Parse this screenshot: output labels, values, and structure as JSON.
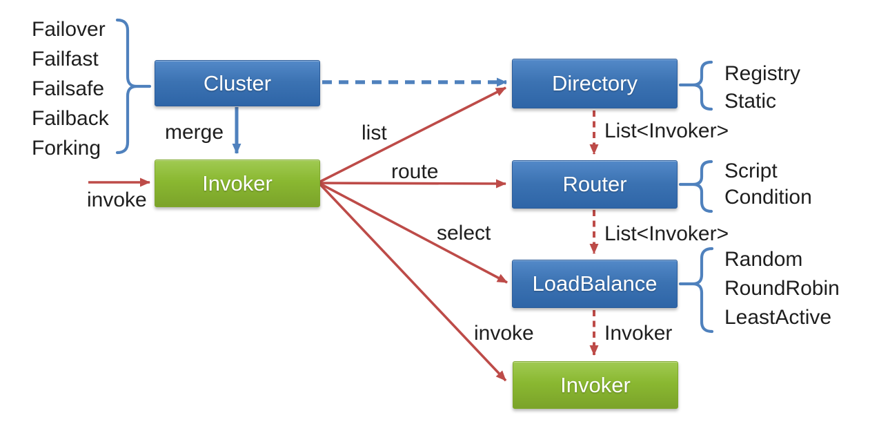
{
  "diagram": {
    "nodes": {
      "cluster": {
        "label": "Cluster"
      },
      "directory": {
        "label": "Directory"
      },
      "invoker_main": {
        "label": "Invoker"
      },
      "router": {
        "label": "Router"
      },
      "load_balance": {
        "label": "LoadBalance"
      },
      "invoker_result": {
        "label": "Invoker"
      }
    },
    "edge_labels": {
      "invoke_in": "invoke",
      "merge": "merge",
      "list": "list",
      "route": "route",
      "select": "select",
      "invoke_out": "invoke",
      "directory_out": "List<Invoker>",
      "router_out": "List<Invoker>",
      "load_balance_out": "Invoker"
    },
    "implementations": {
      "cluster": [
        "Failover",
        "Failfast",
        "Failsafe",
        "Failback",
        "Forking"
      ],
      "directory": [
        "Registry",
        "Static"
      ],
      "router": [
        "Script",
        "Condition"
      ],
      "load_balance": [
        "Random",
        "RoundRobin",
        "LeastActive"
      ]
    },
    "colors": {
      "node_blue_light": "#5389c8",
      "node_blue": "#3b72b2",
      "node_blue_dark": "#2e65a7",
      "node_blue_border": "#2b5c9a",
      "node_green_light": "#a0ca52",
      "node_green": "#8ab831",
      "node_green_dark": "#7ba32a",
      "node_green_border": "#7fa82c",
      "arrow_red": "#bd4b48",
      "arrow_blue": "#4f81bd",
      "text": "#1e1e1e"
    }
  }
}
